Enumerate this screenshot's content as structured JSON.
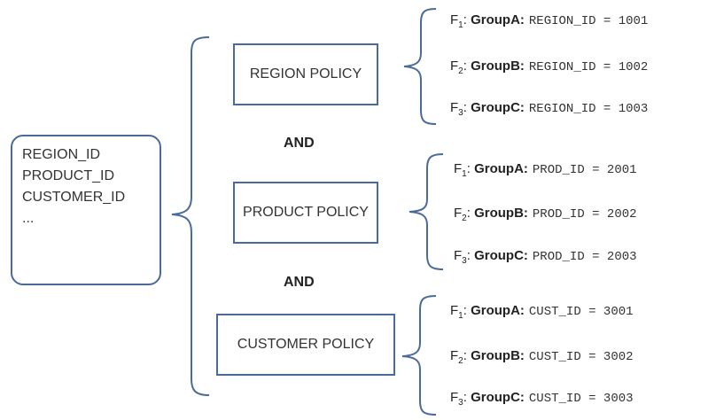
{
  "columns_box": {
    "lines": [
      "REGION_ID",
      "PRODUCT_ID",
      "CUSTOMER_ID",
      "..."
    ]
  },
  "connector": "AND",
  "policies": [
    {
      "label": "REGION POLICY",
      "filters": [
        {
          "f": "F",
          "sub": "1",
          "group": "GroupA:",
          "predicate": "REGION_ID = 1001"
        },
        {
          "f": "F",
          "sub": "2",
          "group": "GroupB:",
          "predicate": "REGION_ID = 1002"
        },
        {
          "f": "F",
          "sub": "3",
          "group": "GroupC:",
          "predicate": "REGION_ID = 1003"
        }
      ]
    },
    {
      "label": "PRODUCT POLICY",
      "filters": [
        {
          "f": "F",
          "sub": "1",
          "group": "GroupA:",
          "predicate": "PROD_ID = 2001"
        },
        {
          "f": "F",
          "sub": "2",
          "group": "GroupB:",
          "predicate": "PROD_ID = 2002"
        },
        {
          "f": "F",
          "sub": "3",
          "group": "GroupC:",
          "predicate": "PROD_ID = 2003"
        }
      ]
    },
    {
      "label": "CUSTOMER POLICY",
      "filters": [
        {
          "f": "F",
          "sub": "1",
          "group": "GroupA:",
          "predicate": "CUST_ID = 3001"
        },
        {
          "f": "F",
          "sub": "2",
          "group": "GroupB:",
          "predicate": "CUST_ID = 3002"
        },
        {
          "f": "F",
          "sub": "3",
          "group": "GroupC:",
          "predicate": "CUST_ID = 3003"
        }
      ]
    }
  ],
  "colors": {
    "box_border": "#4a6b9a",
    "text": "#222222"
  }
}
